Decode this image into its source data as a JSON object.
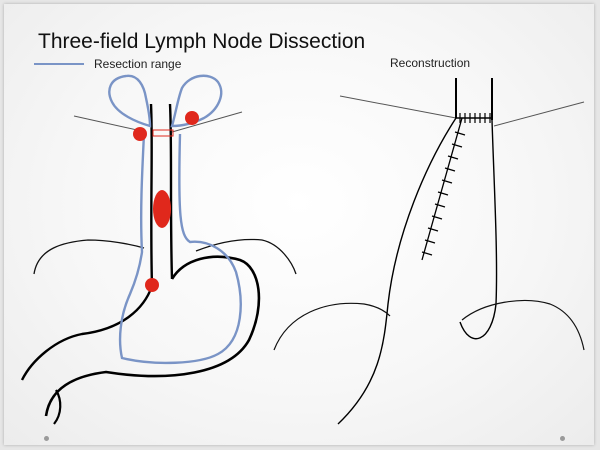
{
  "slide": {
    "title": "Three-field Lymph Node Dissection",
    "legend": {
      "label": "Resection range",
      "color": "#7a94c6"
    },
    "reconstruction_title": "Reconstruction"
  },
  "colors": {
    "organ_outline": "#000000",
    "resection_outline": "#7a94c6",
    "lymph_node": "#e0281c"
  }
}
